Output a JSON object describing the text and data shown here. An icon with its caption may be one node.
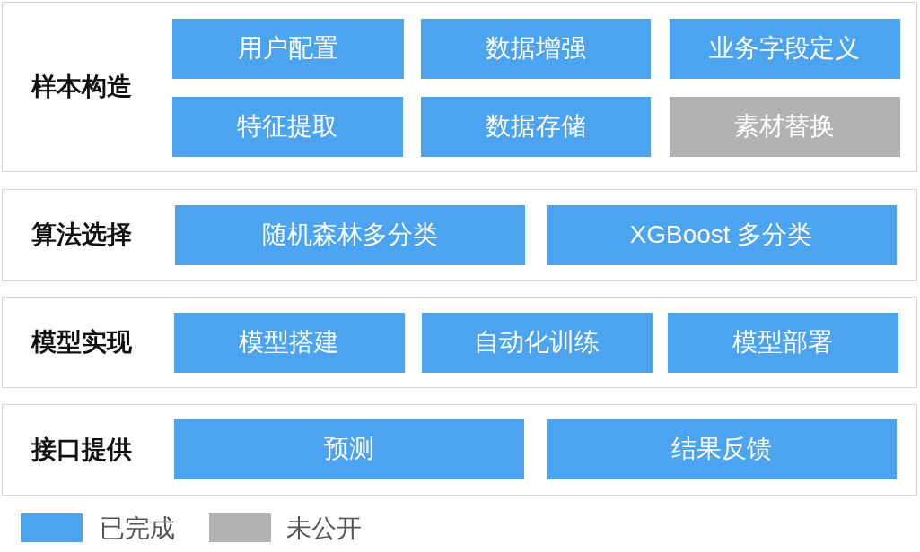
{
  "diagram": {
    "nodes": [
      {
        "text": [
          "样本构造"
        ]
      },
      {
        "text": [
          "用户配置"
        ],
        "in": 0
      },
      {
        "text": [
          "数据增强"
        ],
        "in": 0
      },
      {
        "text": [
          "业务字段定义"
        ],
        "in": 0
      },
      {
        "text": [
          "特征提取"
        ],
        "in": 0
      },
      {
        "text": [
          "数据存储"
        ],
        "in": 0
      },
      {
        "text": [
          "素材替换"
        ],
        "in": 0
      },
      {
        "text": [
          "算法选择"
        ]
      },
      {
        "text": [
          "随机森林多分类"
        ],
        "in": 7
      },
      {
        "text": [
          "XGBoost 多分类"
        ],
        "in": 7
      },
      {
        "text": [
          "模型实现"
        ]
      },
      {
        "text": [
          "模型搭建"
        ],
        "in": 10
      },
      {
        "text": [
          "自动化训练"
        ],
        "in": 10
      },
      {
        "text": [
          "模型部署"
        ],
        "in": 10
      },
      {
        "text": [
          "接口提供"
        ]
      },
      {
        "text": [
          "预测"
        ],
        "in": 14
      },
      {
        "text": [
          "结果反馈"
        ],
        "in": 14
      }
    ],
    "edges": [],
    "legend": [
      {
        "text": "已完成",
        "color": "#4ca3ef"
      },
      {
        "text": "未公开",
        "color": "#b2b1b4"
      }
    ]
  }
}
